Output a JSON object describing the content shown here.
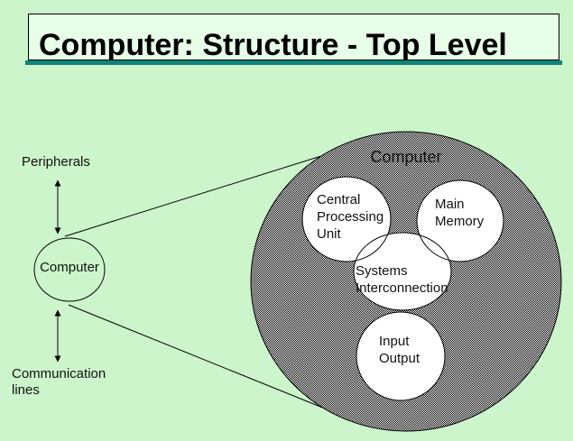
{
  "title": {
    "text": "Computer: Structure - Top Level"
  },
  "outer_view": {
    "peripherals_label": "Peripherals",
    "communication_lines_label": "Communication lines",
    "computer_circle_label": "Computer"
  },
  "detail_view": {
    "big_circle_label": "Computer",
    "components": [
      {
        "id": "central-processing-unit",
        "label": "Central Processing Unit"
      },
      {
        "id": "main-memory",
        "label": "Main Memory"
      },
      {
        "id": "systems-interconnection",
        "label": "Systems Interconnection"
      },
      {
        "id": "input-output",
        "label": "Input Output"
      }
    ]
  },
  "colors": {
    "slide_background": "#ccf5cc",
    "title_box_background": "#e6ffe6",
    "title_underline": "#0e8579",
    "outline": "#000000",
    "pattern_foreground": "#000000",
    "pattern_background": "#ffffff",
    "component_fill": "#ffffff",
    "text": "#111111"
  }
}
